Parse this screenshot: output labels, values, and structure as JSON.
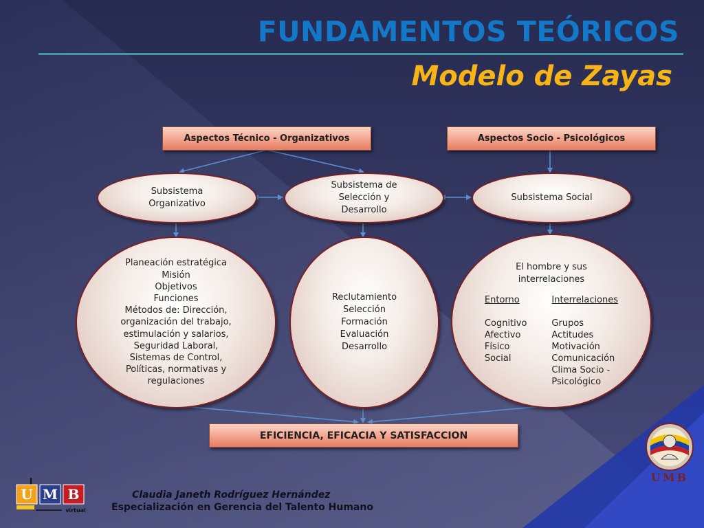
{
  "title": "FUNDAMENTOS TEÓRICOS",
  "subtitle": "Modelo de Zayas",
  "top_boxes": {
    "tecnico": "Aspectos Técnico - Organizativos",
    "socio": "Aspectos Socio - Psicológicos"
  },
  "subsystems": [
    {
      "lines": [
        "Subsistema",
        "Organizativo"
      ]
    },
    {
      "lines": [
        "Subsistema de",
        "Selección y",
        "Desarrollo"
      ]
    },
    {
      "lines": [
        "Subsistema Social"
      ]
    }
  ],
  "details": {
    "organizativo": [
      "Planeación estratégica",
      "Misión",
      "Objetivos",
      "Funciones",
      "Métodos de: Dirección,",
      "organización del trabajo,",
      "estimulación y salarios,",
      "Seguridad Laboral,",
      "Sistemas de Control,",
      "Políticas, normativas y",
      "regulaciones"
    ],
    "seleccion": [
      "Reclutamiento",
      "Selección",
      "Formación",
      "Evaluación",
      "Desarrollo"
    ],
    "social": {
      "intro": [
        "El hombre y sus",
        "interrelaciones"
      ],
      "col1_header": "Entorno",
      "col1": [
        "Cognitivo",
        "Afectivo",
        "Físico",
        "Social"
      ],
      "col2_header": "Interrelaciones",
      "col2": [
        "Grupos",
        "Actitudes",
        "Motivación",
        "Comunicación",
        "Clima Socio -",
        "Psicológico"
      ]
    }
  },
  "bottom_box": "EFICIENCIA, EFICACIA Y SATISFACCION",
  "footer": {
    "author": "Claudia Janeth Rodríguez Hernández",
    "program": "Especialización en Gerencia del Talento Humano"
  },
  "logo": {
    "letters": [
      "U",
      "M",
      "B"
    ],
    "tagline": "virtual"
  },
  "seal": {
    "text": "UMB"
  },
  "colors": {
    "title": "#1478c8",
    "subtitle": "#f7b417",
    "box_fill": "#f3a48e",
    "oval_border": "#7a1f25",
    "arrow": "#5b8fd0",
    "background": "#2b2c55"
  }
}
